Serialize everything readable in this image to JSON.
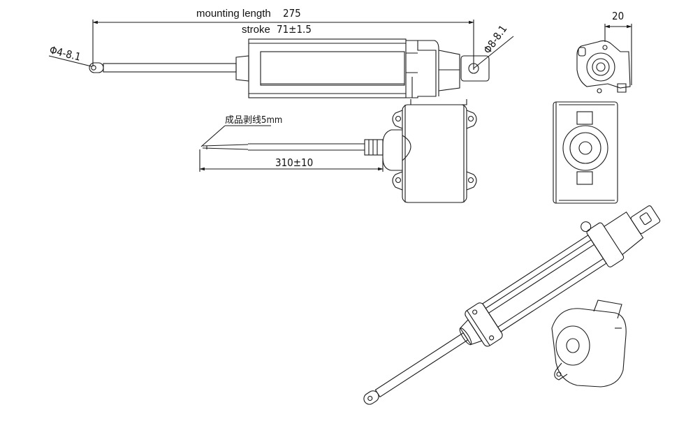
{
  "dimensions": {
    "mounting_length": "mounting length",
    "mounting_length_value": "275",
    "stroke": "stroke",
    "stroke_value": "71±1.5",
    "rod_hole": "Φ4-8.1",
    "clevis_hole": "Φ8-8.1",
    "side_width": "20",
    "cable_note": "成品剥线5mm",
    "cable_length": "310±10"
  },
  "colors": {
    "line": "#1a1a1a",
    "background": "#ffffff"
  }
}
